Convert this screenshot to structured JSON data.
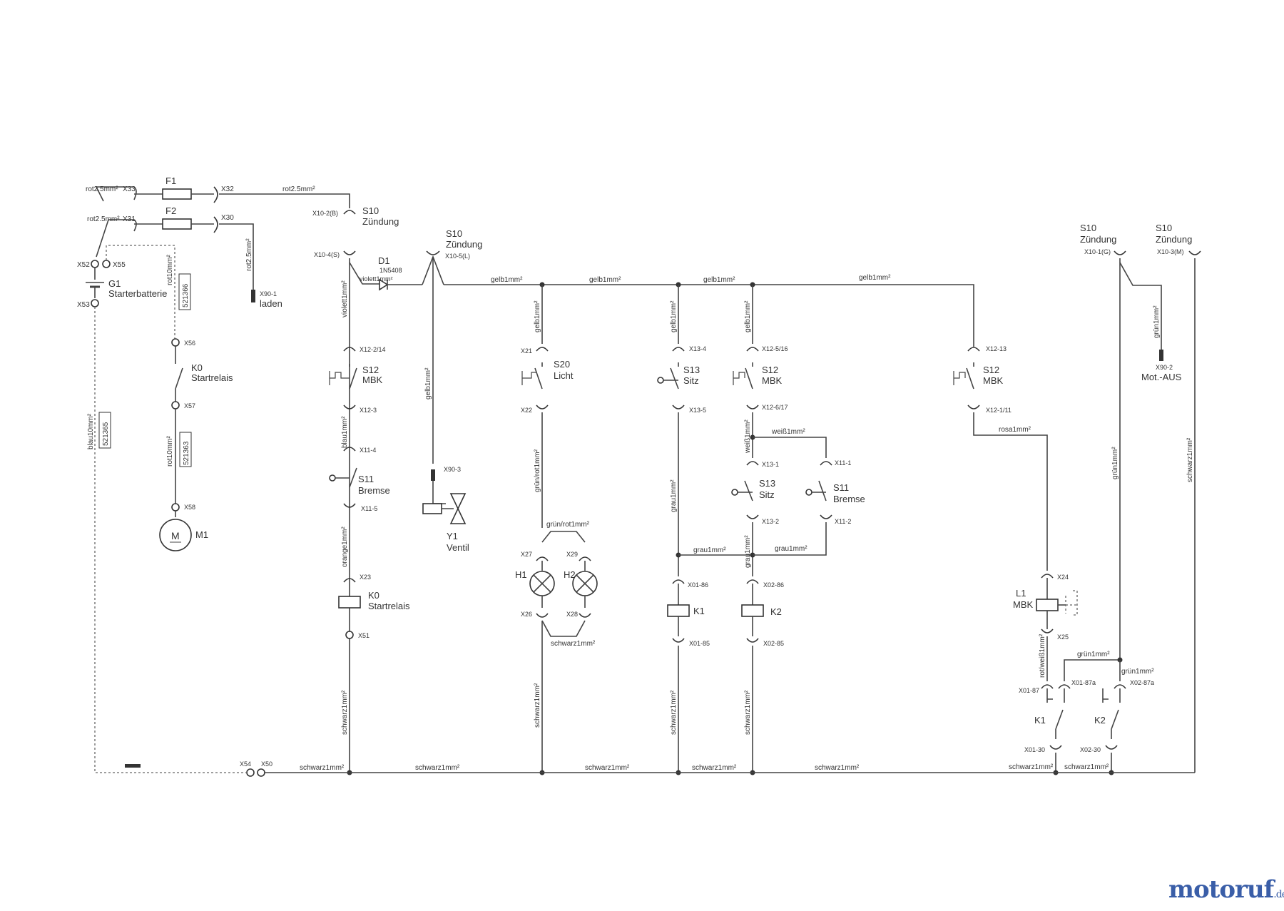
{
  "brand": {
    "name": "motoruf",
    "domain": ".de"
  },
  "fuses": {
    "F1": {
      "label": "F1",
      "in_wire": "rot2.5mm²",
      "in_conn": "X33",
      "out_conn": "X32",
      "out_wire": "rot2.5mm²"
    },
    "F2": {
      "label": "F2",
      "in_wire": "rot2.5mm²",
      "in_conn": "X31",
      "out_conn": "X30",
      "out_wire": "rot2.5mm²"
    }
  },
  "battery": {
    "id": "G1",
    "name": "Starterbatterie",
    "plus": "X52",
    "aux": "X55",
    "minus": "X53",
    "wire_minus": "blau10mm²",
    "part_minus": "521365",
    "wire_aux": "rot10mm²",
    "part_aux": "521366"
  },
  "charge": {
    "conn": "X90-1",
    "name": "laden"
  },
  "k0_contact": {
    "id": "K0",
    "name": "Startrelais",
    "c1": "X56",
    "c2": "X57",
    "wire": "rot10mm²",
    "part": "521363",
    "c3": "X58"
  },
  "motor": {
    "symbol": "M",
    "id": "M1"
  },
  "s10_b": {
    "id": "S10",
    "name": "Zündung",
    "conn": "X10-2(B)"
  },
  "s10_s": {
    "conn": "X10-4(S)"
  },
  "d1": {
    "id": "D1",
    "type": "1N5408",
    "wire": "violett1mm²"
  },
  "s10_l": {
    "id": "S10",
    "name": "Zündung",
    "conn": "X10-5(L)"
  },
  "s10_g": {
    "id": "S10",
    "name": "Zündung",
    "conn": "X10-1(G)"
  },
  "s10_m": {
    "id": "S10",
    "name": "Zündung",
    "conn": "X10-3(M)"
  },
  "col1": {
    "w_top": "violett1mm²",
    "c1": "X12-2/14",
    "s12": "S12",
    "s12n": "MBK",
    "c2": "X12-3",
    "w2": "blau1mm²",
    "c3": "X11-4",
    "s11": "S11",
    "s11n": "Bremse",
    "c4": "X11-5",
    "w3": "orange1mm²",
    "c5": "X23",
    "k0": "K0",
    "k0n": "Startrelais",
    "c6": "X51",
    "w4": "schwarz1mm²"
  },
  "col2": {
    "w": "gelb1mm²",
    "conn": "X90-3",
    "y1": "Y1",
    "y1n": "Ventil"
  },
  "col3": {
    "w_top": "gelb1mm²",
    "c1": "X21",
    "s20": "S20",
    "s20n": "Licht",
    "c2": "X22",
    "w2": "grün/rot1mm²",
    "w3": "grün/rot1mm²",
    "c27": "X27",
    "c29": "X29",
    "h1": "H1",
    "h2": "H2",
    "c26": "X26",
    "c28": "X28",
    "w4": "schwarz1mm²",
    "w5": "schwarz1mm²"
  },
  "col4": {
    "w_top": "gelb1mm²",
    "c1": "X13-4",
    "s13": "S13",
    "s13n": "Sitz",
    "c2": "X13-5",
    "w2": "grau1mm²",
    "c3": "X01-86",
    "k1": "K1",
    "c4": "X01-85",
    "w3": "schwarz1mm²"
  },
  "col5": {
    "w_top": "gelb1mm²",
    "c1": "X12-5/16",
    "s12": "S12",
    "s12n": "MBK",
    "c2": "X12-6/17",
    "w2": "weiß1mm²",
    "w_br": "weiß1mm²",
    "c3": "X13-1",
    "s13": "S13",
    "s13n": "Sitz",
    "c4": "X13-2",
    "w3": "grau1mm²",
    "w_br2": "grau1mm²",
    "w_l": "grau1mm²",
    "c5": "X11-1",
    "s11": "S11",
    "s11n": "Bremse",
    "c6": "X11-2",
    "c7": "X02-86",
    "k2": "K2",
    "c8": "X02-85",
    "w4": "schwarz1mm²"
  },
  "col6": {
    "c1": "X12-13",
    "s12": "S12",
    "s12n": "MBK",
    "c2": "X12-1/11",
    "w1": "rosa1mm²",
    "c3": "X24",
    "l1": "L1",
    "l1n": "MBK",
    "c4": "X25",
    "w2": "rot/weiß1mm²",
    "c5": "X01-87",
    "c6": "X01-87a",
    "k1": "K1",
    "c7": "X01-30",
    "w3": "schwarz1mm²"
  },
  "col7": {
    "w1": "grün1mm²",
    "w2": "grün1mm²",
    "w3": "grün1mm²",
    "c1": "X02-87a",
    "k2": "K2",
    "c2": "X02-30",
    "w4": "schwarz1mm²",
    "w_aus": "grün1mm²",
    "c_aus": "X90-2",
    "aus": "Mot.-AUS"
  },
  "col8": {
    "w": "schwarz1mm²"
  },
  "top_bus": {
    "w1": "gelb1mm²",
    "w2": "gelb1mm²",
    "w3": "gelb1mm²",
    "w4": "gelb1mm²"
  },
  "ground": {
    "c1": "X54",
    "c2": "X50",
    "w1": "schwarz1mm²",
    "w2": "schwarz1mm²",
    "w3": "schwarz1mm²",
    "w4": "schwarz1mm²",
    "w5": "schwarz1mm²"
  }
}
